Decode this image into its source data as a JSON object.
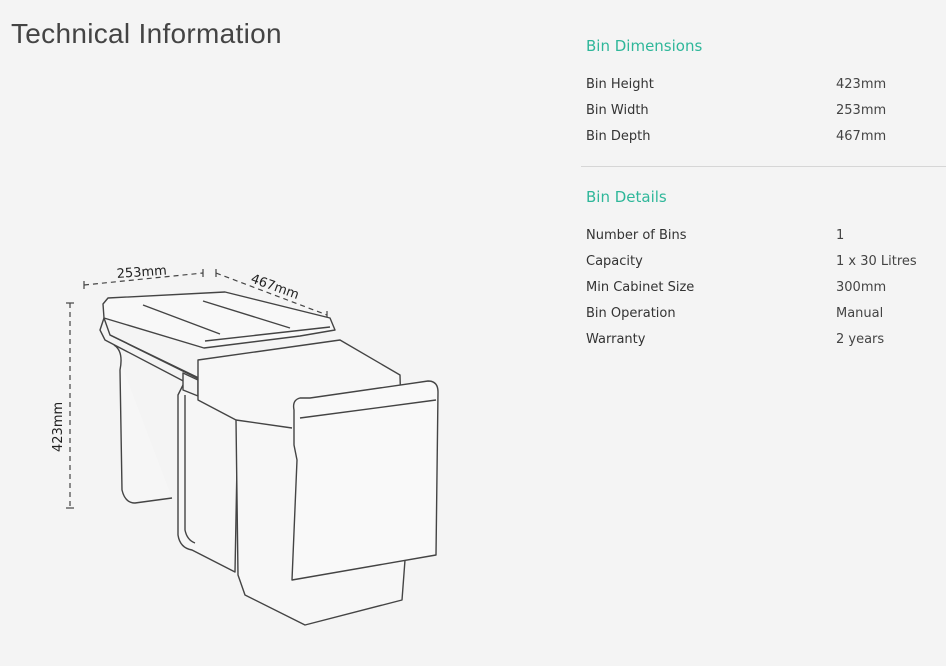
{
  "page": {
    "title": "Technical Information"
  },
  "dimensions": {
    "heading": "Bin Dimensions",
    "rows": [
      {
        "label": "Bin Height",
        "value": "423mm"
      },
      {
        "label": "Bin Width",
        "value": "253mm"
      },
      {
        "label": "Bin Depth",
        "value": "467mm"
      }
    ]
  },
  "details": {
    "heading": "Bin Details",
    "rows": [
      {
        "label": "Number of Bins",
        "value": "1"
      },
      {
        "label": "Capacity",
        "value": "1 x 30 Litres"
      },
      {
        "label": "Min Cabinet Size",
        "value": "300mm"
      },
      {
        "label": "Bin Operation",
        "value": "Manual"
      },
      {
        "label": "Warranty",
        "value": "2 years"
      }
    ]
  },
  "diagram": {
    "width_label": "253mm",
    "depth_label": "467mm",
    "height_label": "423mm"
  },
  "colors": {
    "accent": "#2fb79a"
  }
}
